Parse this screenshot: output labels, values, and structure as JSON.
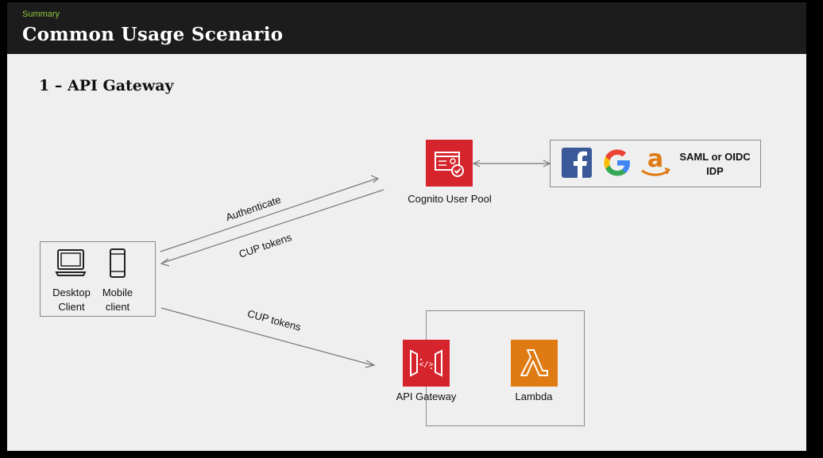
{
  "header": {
    "kicker": "Summary",
    "title": "Common Usage Scenario"
  },
  "slide": {
    "subtitle": "1 – API Gateway",
    "clients": {
      "desktop": "Desktop Client",
      "mobile": "Mobile client"
    },
    "cognito": {
      "label": "Cognito User Pool",
      "icon": "cognito-icon"
    },
    "idp": {
      "label_line1": "SAML or OIDC",
      "label_line2": "IDP",
      "icons": [
        "facebook-icon",
        "google-icon",
        "amazon-icon"
      ]
    },
    "api_gateway": {
      "label": "API Gateway",
      "icon": "api-gateway-icon"
    },
    "lambda": {
      "label": "Lambda",
      "icon": "lambda-icon"
    },
    "edges": {
      "authenticate": "Authenticate",
      "cup_tokens_back": "CUP tokens",
      "cup_tokens_api": "CUP tokens"
    }
  },
  "colors": {
    "aws_red": "#d6242d",
    "aws_orange": "#e07a12",
    "kicker_green": "#8dc63f"
  }
}
